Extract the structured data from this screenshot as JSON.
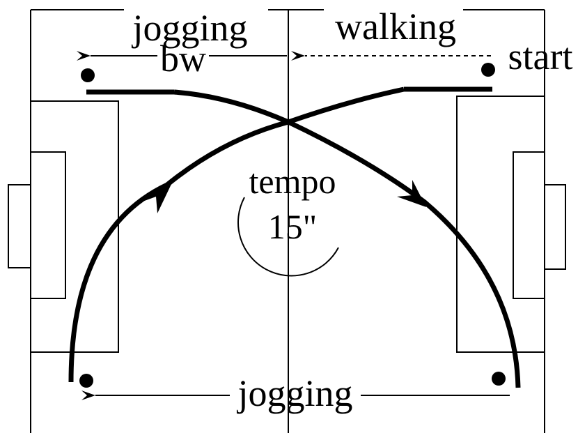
{
  "labels": {
    "jogging_bw_line1": "jogging",
    "jogging_bw_line2": "bw",
    "walking": "walking",
    "start": "start",
    "tempo": "tempo",
    "tempo_value": "15\"",
    "jogging_bottom": "jogging"
  },
  "colors": {
    "ink": "#000000",
    "background": "#ffffff"
  }
}
